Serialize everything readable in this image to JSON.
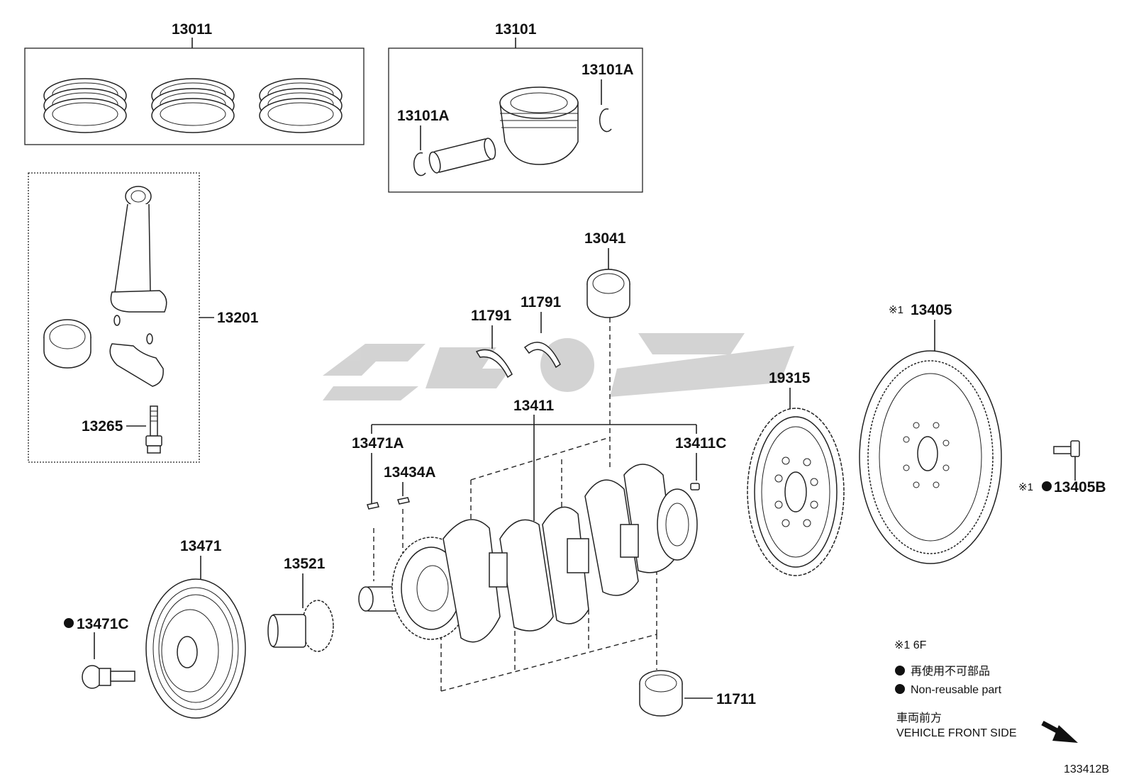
{
  "callouts": {
    "p13011": "13011",
    "p13101": "13101",
    "p13101A_right": "13101A",
    "p13101A_left": "13101A",
    "p13201": "13201",
    "p13265": "13265",
    "p13041": "13041",
    "p11791_left": "11791",
    "p11791_right": "11791",
    "p13411": "13411",
    "p13471A": "13471A",
    "p13434A": "13434A",
    "p13411C": "13411C",
    "p19315": "19315",
    "p13405": "13405",
    "p13405_mark": "※1",
    "p13405B": "13405B",
    "p13405B_mark": "※1",
    "p13471": "13471",
    "p13471C": "13471C",
    "p13521": "13521",
    "p11711": "11711"
  },
  "legend": {
    "note": "※1 6F",
    "nonreusable_jp": "再使用不可部品",
    "nonreusable_en": "Non-reusable part",
    "front_jp": "車両前方",
    "front_en": "VEHICLE FRONT SIDE"
  },
  "diagram_id": "133412B"
}
